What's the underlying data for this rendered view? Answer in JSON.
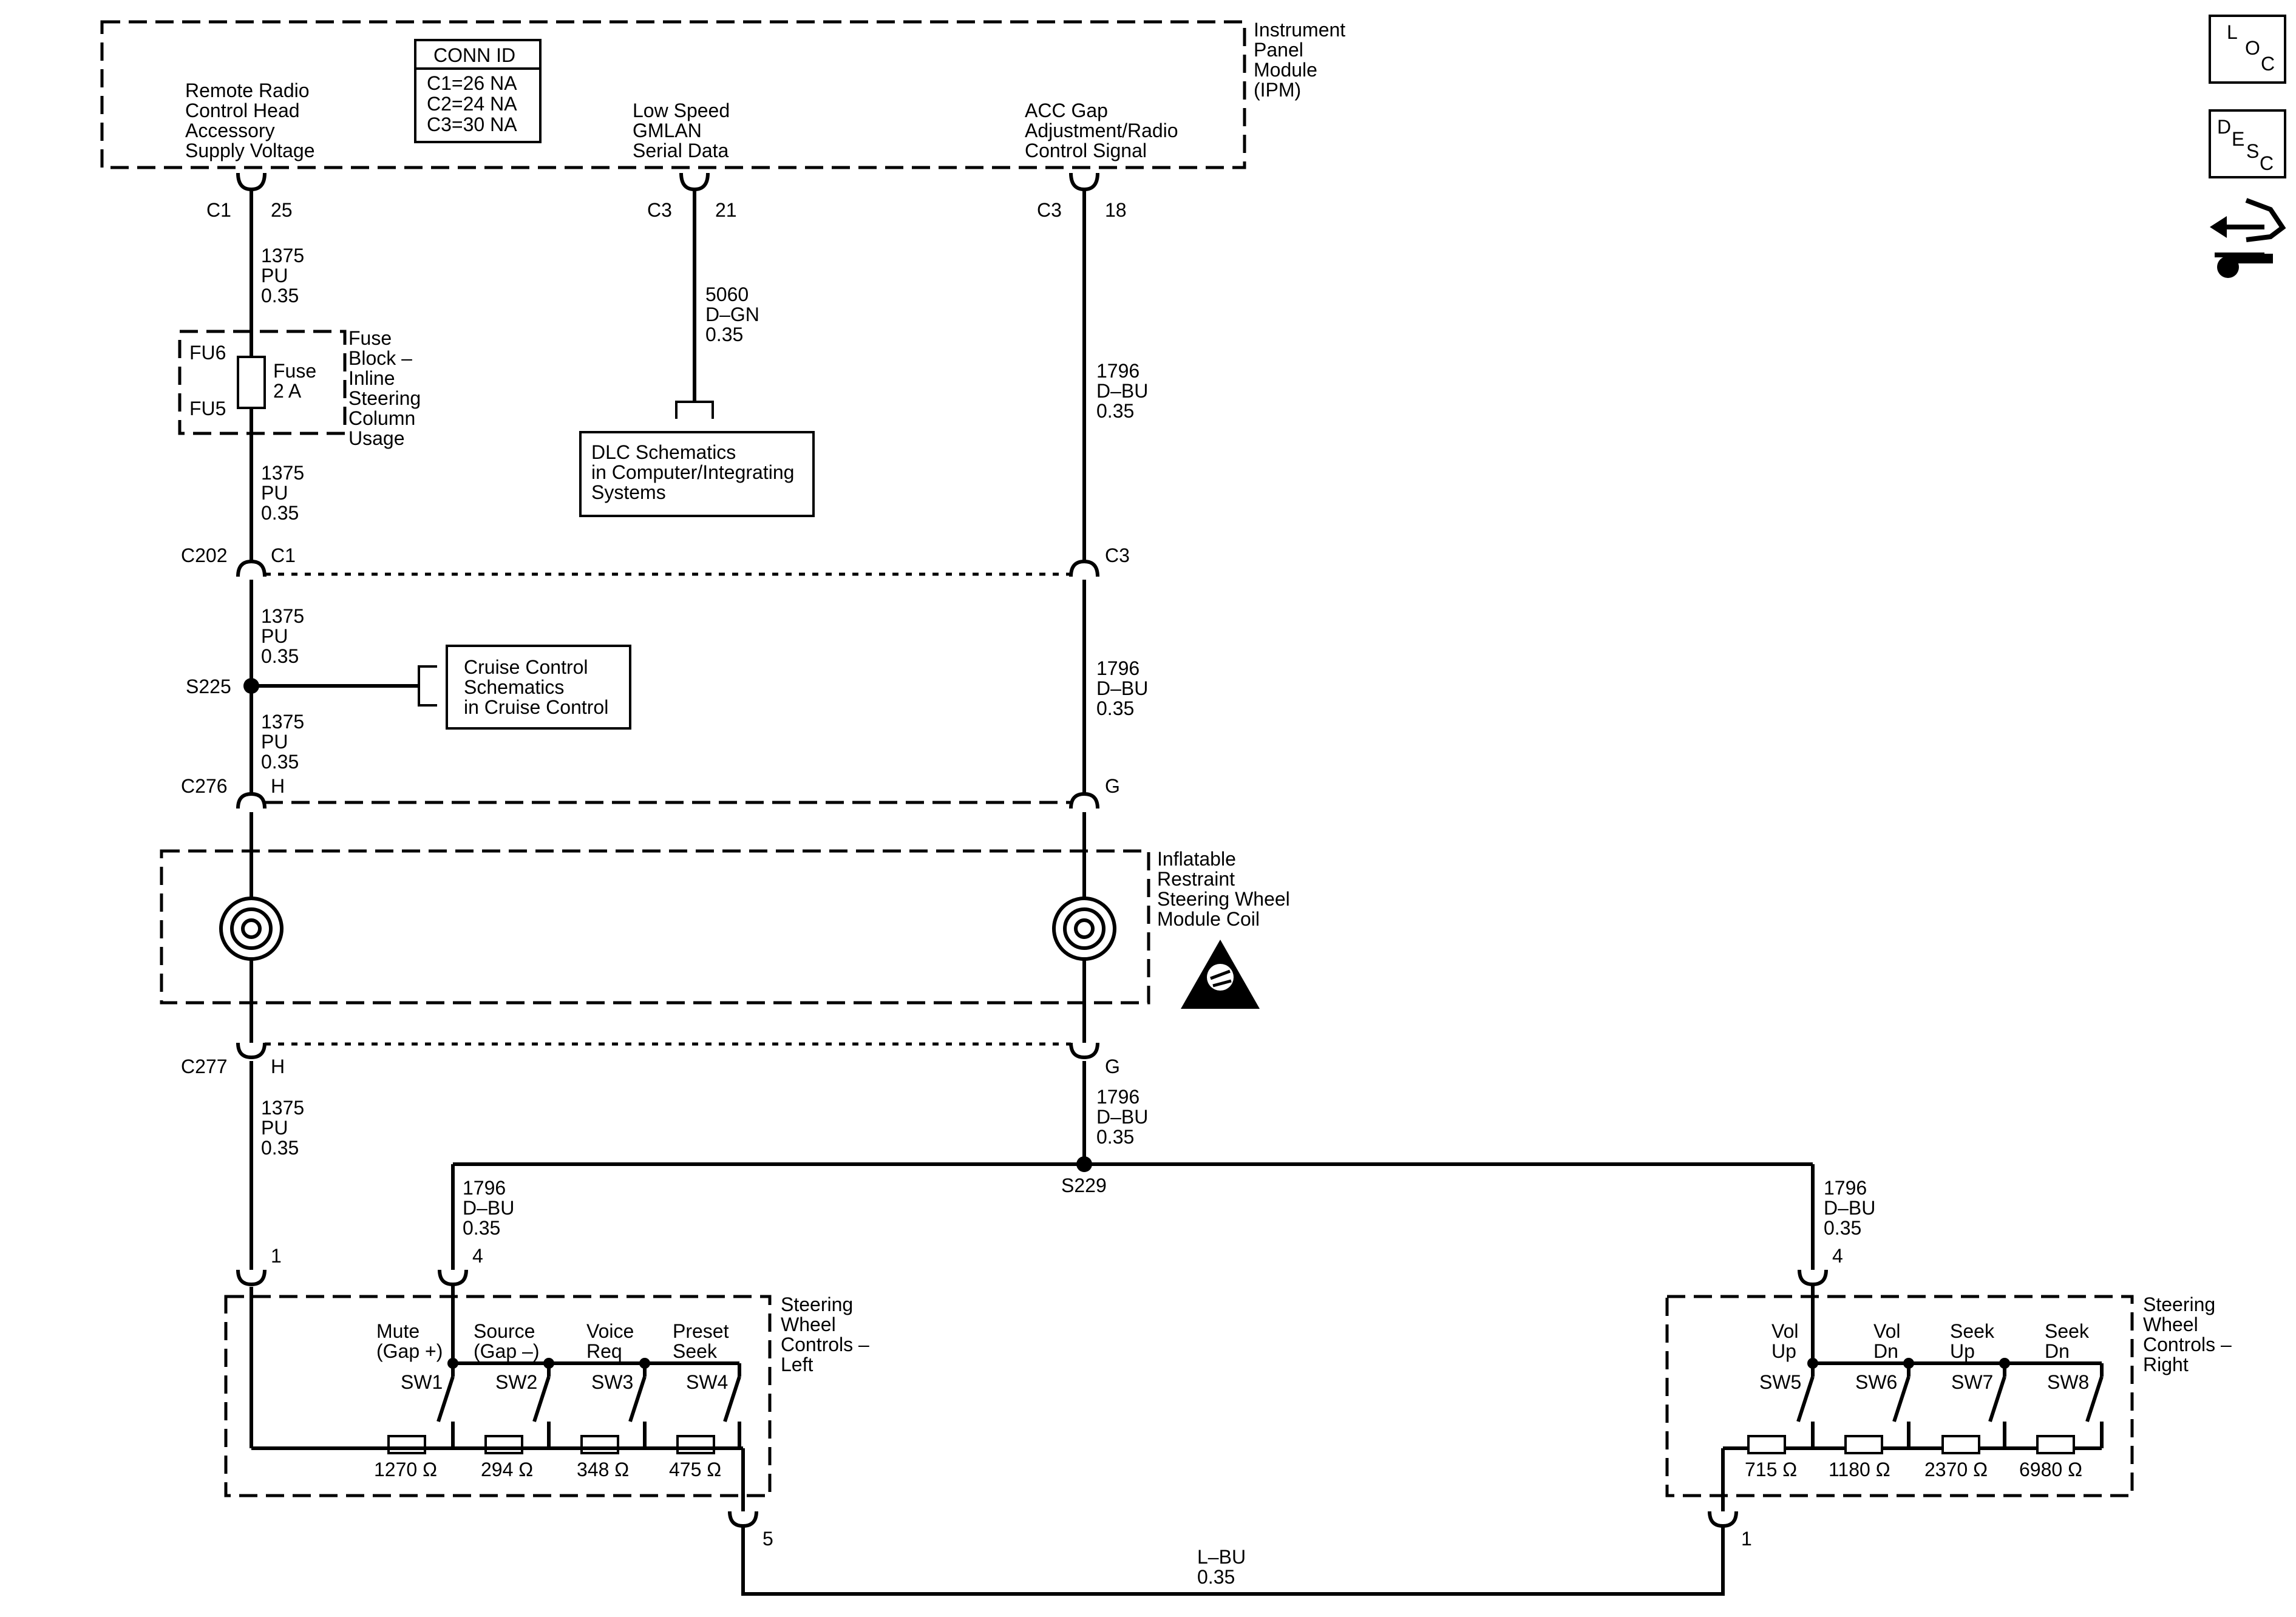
{
  "ipm": {
    "name": [
      "Instrument",
      "Panel",
      "Module",
      "(IPM)"
    ],
    "conn_id": {
      "title": "CONN ID",
      "rows": [
        "C1=26 NA",
        "C2=24 NA",
        "C3=30 NA"
      ]
    },
    "signals": {
      "radio": [
        "Remote Radio",
        "Control Head",
        "Accessory",
        "Supply Voltage"
      ],
      "gmlan": [
        "Low Speed",
        "GMLAN",
        "Serial Data"
      ],
      "acc": [
        "ACC Gap",
        "Adjustment/Radio",
        "Control Signal"
      ]
    },
    "pins": {
      "radio": {
        "conn": "C1",
        "pin": "25"
      },
      "gmlan": {
        "conn": "C3",
        "pin": "21"
      },
      "acc": {
        "conn": "C3",
        "pin": "18"
      }
    }
  },
  "wires": {
    "pu": [
      "1375",
      "PU",
      "0.35"
    ],
    "dbu": [
      "1796",
      "D–BU",
      "0.35"
    ],
    "dgn": [
      "5060",
      "D–GN",
      "0.35"
    ],
    "lbu": [
      "L–BU",
      "0.35"
    ]
  },
  "fuse": {
    "top": "FU6",
    "bottom": "FU5",
    "label": [
      "Fuse",
      "2 A"
    ],
    "block": [
      "Block –",
      "Inline",
      "Steering",
      "Column",
      "Usage"
    ],
    "block_title": "Fuse"
  },
  "refs": {
    "dlc": [
      "DLC Schematics",
      "in Computer/Integrating",
      "Systems"
    ],
    "cruise": [
      "Cruise Control",
      "Schematics",
      "in Cruise Control"
    ]
  },
  "connectors": {
    "c202": {
      "name": "C202",
      "left": "C1",
      "right": "C3"
    },
    "s225": "S225",
    "c276": {
      "name": "C276",
      "left": "H",
      "right": "G"
    },
    "c277": {
      "name": "C277",
      "left": "H",
      "right": "G"
    },
    "s229": "S229"
  },
  "coil": [
    "Inflatable",
    "Restraint",
    "Steering Wheel",
    "Module Coil"
  ],
  "left_controls": {
    "name": [
      "Steering",
      "Wheel",
      "Controls –",
      "Left"
    ],
    "pin_in_a": "1",
    "pin_in_b": "4",
    "pin_out": "5",
    "switches": [
      {
        "label": [
          "Mute",
          "(Gap +)"
        ],
        "sw": "SW1",
        "res": "1270 Ω"
      },
      {
        "label": [
          "Source",
          "(Gap –)"
        ],
        "sw": "SW2",
        "res": "294 Ω"
      },
      {
        "label": [
          "Voice",
          "Req"
        ],
        "sw": "SW3",
        "res": "348 Ω"
      },
      {
        "label": [
          "Preset",
          "Seek"
        ],
        "sw": "SW4",
        "res": "475 Ω"
      }
    ]
  },
  "right_controls": {
    "name": [
      "Steering",
      "Wheel",
      "Controls –",
      "Right"
    ],
    "pin_in": "4",
    "pin_out": "1",
    "switches": [
      {
        "label": [
          "Vol",
          "Up"
        ],
        "sw": "SW5",
        "res": "715 Ω"
      },
      {
        "label": [
          "Vol",
          "Dn"
        ],
        "sw": "SW6",
        "res": "1180 Ω"
      },
      {
        "label": [
          "Seek",
          "Up"
        ],
        "sw": "SW7",
        "res": "2370 Ω"
      },
      {
        "label": [
          "Seek",
          "Dn"
        ],
        "sw": "SW8",
        "res": "6980 Ω"
      }
    ]
  },
  "legend": {
    "loc": [
      "L",
      "O",
      "C"
    ],
    "desc": [
      "D",
      "E",
      "S",
      "C"
    ]
  }
}
